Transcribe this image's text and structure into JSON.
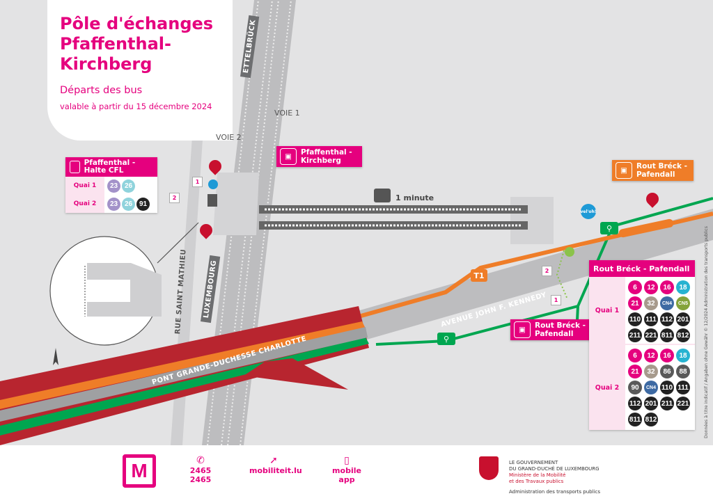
{
  "header": {
    "title": "Pôle d'échanges Pfaffenthal-Kirchberg",
    "subtitle": "Départs des bus",
    "validity": "valable à partir du 15 décembre 2024"
  },
  "colors": {
    "brand": "#e5007e",
    "orange": "#ef7d28",
    "green": "#00a650",
    "red": "#b8252f",
    "light_pink": "#fbe3ef"
  },
  "labels": {
    "voie1": "VOIE 1",
    "voie2": "VOIE 2",
    "funicular_time": "1 minute",
    "tram_line": "T1",
    "street_ettelbruck": "ETTELBRÜCK",
    "street_luxembourg": "LUXEMBOURG",
    "street_saint_mathieu": "RUE SAINT MATHIEU",
    "street_kennedy": "AVENUE JOHN F. KENNEDY",
    "street_pont": "PONT GRANDE-DUCHESSE CHARLOTTE",
    "veloh": "vel'oh!"
  },
  "stops": {
    "pfaffenthal_halte": {
      "name": "Pfaffenthal - Halte CFL",
      "icon": "bus-icon",
      "quais": [
        {
          "label": "Quai 1",
          "number": "1",
          "lines": [
            "23",
            "26"
          ]
        },
        {
          "label": "Quai 2",
          "number": "2",
          "lines": [
            "23",
            "26",
            "91"
          ]
        }
      ]
    },
    "pfaffenthal_kirchberg": {
      "name": "Pfaffenthal - Kirchberg",
      "icon": "train-icon"
    },
    "rout_breck_tram": {
      "name": "Rout Bréck - Pafendall",
      "icon": "tram-icon"
    },
    "rout_breck_bus": {
      "name": "Rout Bréck - Pafendall",
      "icon": "bus-icon"
    },
    "rout_breck": {
      "name": "Rout Bréck - Pafendall",
      "quais": [
        {
          "label": "Quai 1",
          "number": "1",
          "lines": [
            "6",
            "12",
            "16",
            "18",
            "21",
            "32",
            "CN4",
            "CN5",
            "110",
            "111",
            "112",
            "201",
            "211",
            "221",
            "811",
            "812"
          ]
        },
        {
          "label": "Quai 2",
          "number": "2",
          "lines": [
            "6",
            "12",
            "16",
            "18",
            "21",
            "32",
            "86",
            "88",
            "90",
            "CN4",
            "110",
            "111",
            "112",
            "201",
            "211",
            "221",
            "811",
            "812"
          ]
        }
      ]
    }
  },
  "line_colors": {
    "6": "#e5007e",
    "12": "#e5007e",
    "16": "#e5007e",
    "18": "#26b3d1",
    "21": "#e5007e",
    "23": "#a392c9",
    "26": "#8fd3dc",
    "32": "#a79a8c",
    "86": "#595959",
    "88": "#595959",
    "90": "#595959",
    "91": "#222222",
    "CN4": "#3d6aa3",
    "CN5": "#84a33a",
    "110": "#222222",
    "111": "#222222",
    "112": "#222222",
    "201": "#222222",
    "211": "#222222",
    "221": "#222222",
    "811": "#222222",
    "812": "#222222"
  },
  "footer": {
    "phone": "2465 2465",
    "website": "mobiliteit.lu",
    "app": "mobile app",
    "gov_line1": "LE GOUVERNEMENT",
    "gov_line2": "DU GRAND-DUCHÉ DE LUXEMBOURG",
    "gov_line3": "Ministère de la Mobilité",
    "gov_line4": "et des Travaux publics",
    "gov_line5": "Administration des transports publics"
  },
  "disclaimer": "Données à titre indicatif / Angaben ohne Gewähr © 12/2024 Administration des transports publics"
}
